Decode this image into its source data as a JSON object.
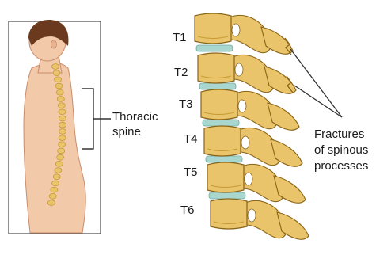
{
  "diagram": {
    "label_thoracic_line1": "Thoracic",
    "label_thoracic_line2": "spine",
    "label_fractures_line1": "Fractures",
    "label_fractures_line2": "of spinous",
    "label_fractures_line3": "processes",
    "vertebrae": [
      {
        "label": "T1"
      },
      {
        "label": "T2"
      },
      {
        "label": "T3"
      },
      {
        "label": "T4"
      },
      {
        "label": "T5"
      },
      {
        "label": "T6"
      }
    ]
  },
  "colors": {
    "bone": "#e9c46a",
    "bone_shadow": "#c79a32",
    "bone_outline": "#8a6418",
    "disc": "#a9d7cf",
    "skin": "#f2c9a9",
    "skin_outline": "#c98c6a",
    "hair": "#6b3a1e",
    "leader": "#333333"
  }
}
